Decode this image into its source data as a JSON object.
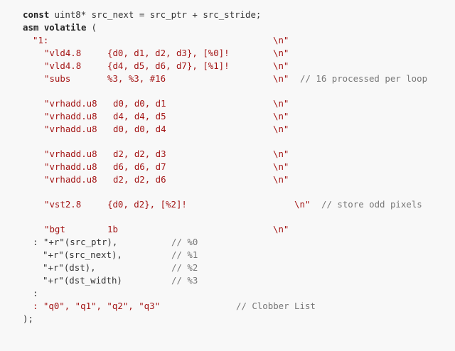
{
  "colors": {
    "background": "#f8f8f8",
    "keyword": "#222222",
    "string": "#a31515",
    "comment": "#777777",
    "plain": "#333333"
  },
  "lines": [
    [
      "const",
      " uint8* src_next = src_ptr + src_stride;"
    ],
    [
      "asm volatile",
      " ("
    ],
    [
      "\"1:",
      "\\n\""
    ],
    [
      "\"vld4.8",
      "{d0, d1, d2, d3}, [%0]!",
      "\\n\""
    ],
    [
      "\"vld4.8",
      "{d4, d5, d6, d7}, [%1]!",
      "\\n\""
    ],
    [
      "\"subs",
      "%3, %3, #16",
      "\\n\"",
      "// 16 processed per loop"
    ],
    [
      "\"vrhadd.u8",
      "d0, d0, d1",
      "\\n\""
    ],
    [
      "\"vrhadd.u8",
      "d4, d4, d5",
      "\\n\""
    ],
    [
      "\"vrhadd.u8",
      "d0, d0, d4",
      "\\n\""
    ],
    [
      "\"vrhadd.u8",
      "d2, d2, d3",
      "\\n\""
    ],
    [
      "\"vrhadd.u8",
      "d6, d6, d7",
      "\\n\""
    ],
    [
      "\"vrhadd.u8",
      "d2, d2, d6",
      "\\n\""
    ],
    [
      "\"vst2.8",
      "{d0, d2}, [%2]!",
      "\\n\"",
      "// store odd pixels"
    ],
    [
      "\"bgt",
      "1b",
      "\\n\""
    ],
    [
      ": \"+r\"(src_ptr),",
      "// %0"
    ],
    [
      "\"+r\"(src_next),",
      "// %1"
    ],
    [
      "\"+r\"(dst),",
      "// %2"
    ],
    [
      "\"+r\"(dst_width)",
      "// %3"
    ],
    [
      ":"
    ],
    [
      ": \"q0\", \"q1\", \"q2\", \"q3\"",
      "// Clobber List"
    ],
    [
      ");"
    ]
  ]
}
